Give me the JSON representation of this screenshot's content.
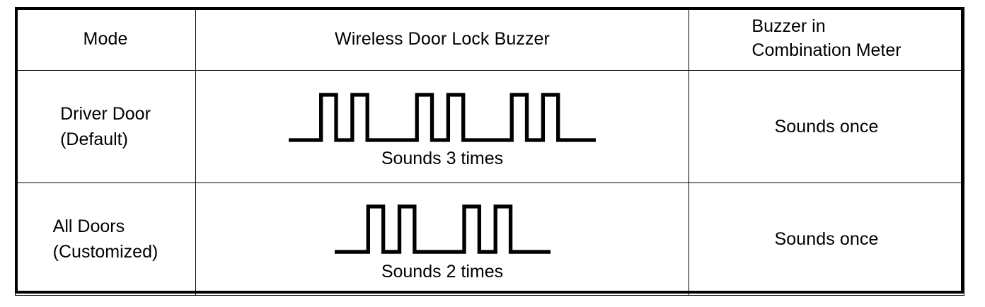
{
  "table": {
    "headers": [
      {
        "id": "mode",
        "label": "Mode",
        "align": "center"
      },
      {
        "id": "wireless-door-lock-buzzer",
        "label": "Wireless Door Lock Buzzer",
        "align": "center"
      },
      {
        "id": "buzzer-in-combination-meter",
        "label": "Buzzer in\nCombination Meter",
        "align": "left-block"
      }
    ],
    "rows": [
      {
        "id": "driver-door-default",
        "mode": "Driver Door\n(Default)",
        "wave_caption": "Sounds 3 times",
        "meter": "Sounds once",
        "waveform": {
          "pulse_count": 6,
          "groups": [
            2,
            2,
            2
          ],
          "description": "square-wave-6-pulses"
        }
      },
      {
        "id": "all-doors-customized",
        "mode": "All Doors\n(Customized)",
        "wave_caption": "Sounds 2 times",
        "meter": "Sounds once",
        "waveform": {
          "pulse_count": 4,
          "groups": [
            2,
            2
          ],
          "description": "square-wave-4-pulses"
        }
      }
    ]
  },
  "chart_data": [
    {
      "type": "line",
      "title": "Sounds 3 times",
      "xlabel": "",
      "ylabel": "",
      "ylim": [
        0,
        1
      ],
      "grid": false,
      "legend": "none",
      "series": [
        {
          "name": "Wireless Door Lock Buzzer (Driver Door / Default)",
          "x": [
            0,
            60,
            60,
            88,
            88,
            118,
            118,
            146,
            146,
            238,
            238,
            266,
            266,
            296,
            296,
            324,
            324,
            414,
            414,
            442,
            442,
            472,
            472,
            500,
            500,
            570
          ],
          "values": [
            0,
            0,
            1,
            1,
            0,
            0,
            1,
            1,
            0,
            0,
            1,
            1,
            0,
            0,
            1,
            1,
            0,
            0,
            1,
            1,
            0,
            0,
            1,
            1,
            0,
            0
          ]
        }
      ]
    },
    {
      "type": "line",
      "title": "Sounds 2 times",
      "xlabel": "",
      "ylabel": "",
      "ylim": [
        0,
        1
      ],
      "grid": false,
      "legend": "none",
      "series": [
        {
          "name": "Wireless Door Lock Buzzer (All Doors / Customized)",
          "x": [
            0,
            62,
            62,
            90,
            90,
            120,
            120,
            148,
            148,
            240,
            240,
            268,
            268,
            298,
            298,
            326,
            326,
            400
          ],
          "values": [
            0,
            0,
            1,
            1,
            0,
            0,
            1,
            1,
            0,
            0,
            1,
            1,
            0,
            0,
            1,
            1,
            0,
            0
          ]
        }
      ]
    }
  ],
  "style": {
    "line_color": "#000000",
    "border_color": "#000000",
    "background": "#ffffff"
  }
}
